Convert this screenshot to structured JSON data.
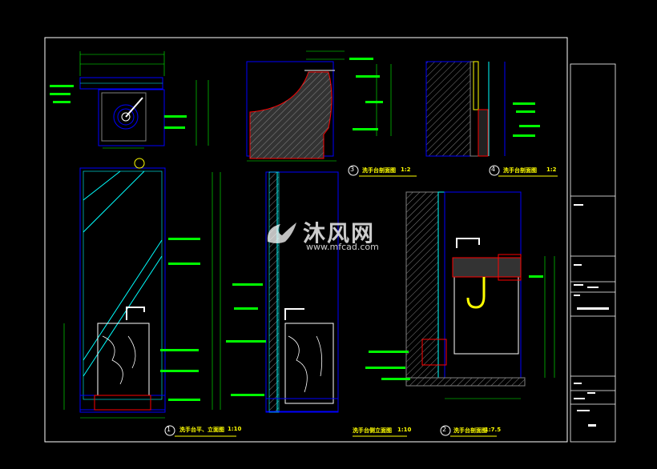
{
  "drawing": {
    "views": [
      {
        "number": "3",
        "title": "洗手台剖面图",
        "scale": "1:2"
      },
      {
        "number": "4",
        "title": "洗手台剖面图",
        "scale": "1:2"
      },
      {
        "number": "1",
        "title": "洗手台平、立面图",
        "scale": "1:10"
      },
      {
        "number": "",
        "title": "洗手台侧立面图",
        "scale": "1:10"
      },
      {
        "number": "2",
        "title": "洗手台剖面图",
        "scale": "1:7.5"
      }
    ]
  },
  "watermark": {
    "cn": "沐风网",
    "url": "www.mfcad.com"
  },
  "colors": {
    "background": "#000000",
    "frame": "#ffffff",
    "outline": "#0000ff",
    "dimension": "#00ff00",
    "label": "#00ff00",
    "title": "#ffff00",
    "hatch": "#808080",
    "highlight": "#ff0000",
    "cyan": "#00ffff"
  }
}
